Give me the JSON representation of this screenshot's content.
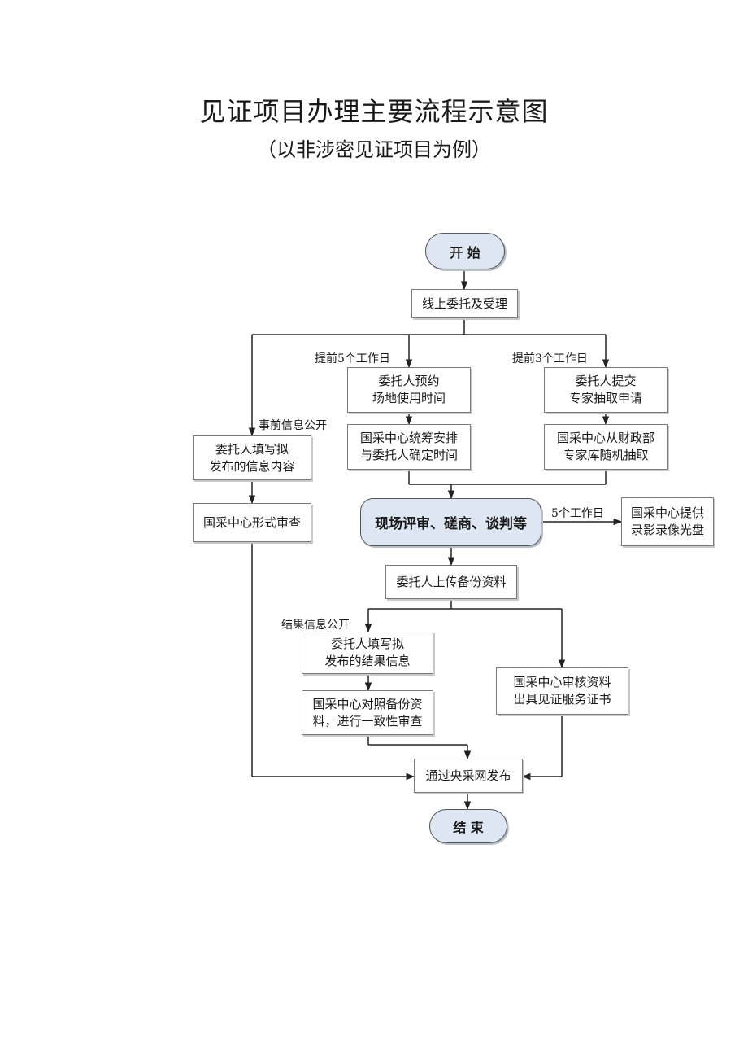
{
  "title": "见证项目办理主要流程示意图",
  "subtitle": "（以非涉密见证项目为例）",
  "nodes": {
    "start": "开 始",
    "online": "线上委托及受理",
    "reserve": "委托人预约\n场地使用时间",
    "expert_apply": "委托人提交\n专家抽取申请",
    "fill_prior": "委托人填写拟\n发布的信息内容",
    "coordinate": "国采中心统筹安排\n与委托人确定时间",
    "expert_draw": "国采中心从财政部\n专家库随机抽取",
    "formal_review": "国采中心形式审查",
    "onsite": "现场评审、磋商、谈判等",
    "video": "国采中心提供\n录影录像光盘",
    "upload": "委托人上传备份资料",
    "fill_result": "委托人填写拟\n发布的结果信息",
    "compare": "国采中心对照备份资\n料，进行一致性审查",
    "certificate": "国采中心审核资料\n出具见证服务证书",
    "publish": "通过央采网发布",
    "end": "结 束"
  },
  "labels": {
    "five_days_before": "提前5个工作日",
    "three_days_before": "提前3个工作日",
    "prior_info": "事前信息公开",
    "five_days": "5个工作日",
    "result_info": "结果信息公开"
  }
}
